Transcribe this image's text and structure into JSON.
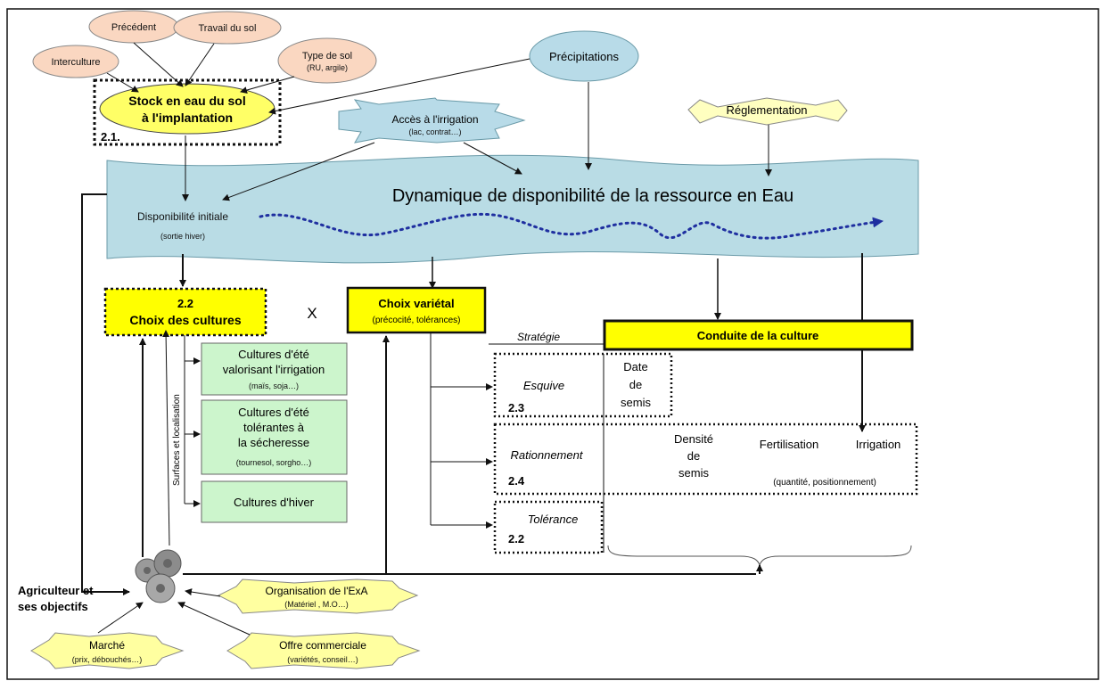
{
  "top_inputs": {
    "precedent": "Précédent",
    "travail_du_sol": "Travail du sol",
    "interculture": "Interculture",
    "type_de_sol": "Type de sol",
    "type_de_sol_sub": "(RU, argile)",
    "precipitations": "Précipitations"
  },
  "stock": {
    "line1": "Stock en eau du sol",
    "line2": "à l'implantation",
    "ref": "2.1."
  },
  "irrigation_access": {
    "title": "Accès à l'irrigation",
    "sub": "(lac, contrat…)"
  },
  "reglementation": "Réglementation",
  "water_band": {
    "title": "Dynamique de disponibilité de la ressource en Eau",
    "initial": "Disponibilité initiale",
    "initial_sub": "(sortie hiver)"
  },
  "choix_cultures": {
    "ref": "2.2",
    "title": "Choix des cultures"
  },
  "cross": "X",
  "choix_varietal": {
    "title": "Choix variétal",
    "sub": "(précocité, tolérances)"
  },
  "strategie": "Stratégie",
  "conduite": "Conduite de la culture",
  "surfaces_label": "Surfaces et localisation",
  "cultures": [
    {
      "lines": [
        "Cultures d'été",
        "valorisant l'irrigation"
      ],
      "sub": "(maïs, soja…)"
    },
    {
      "lines": [
        "Cultures d'été",
        "tolérantes à",
        "la sécheresse"
      ],
      "sub": "(tournesol, sorgho…)"
    },
    {
      "lines": [
        "Cultures d'hiver"
      ],
      "sub": ""
    }
  ],
  "esquive": {
    "label": "Esquive",
    "ref": "2.3",
    "practice": [
      "Date",
      "de",
      "semis"
    ]
  },
  "rationnement": {
    "label": "Rationnement",
    "ref": "2.4",
    "densite": [
      "Densité",
      "de",
      "semis"
    ],
    "fertilisation": "Fertilisation",
    "irrigation": "Irrigation",
    "sub": "(quantité, positionnement)"
  },
  "tolerance": {
    "label": "Tolérance",
    "ref": "2.2"
  },
  "agriculteur": [
    "Agriculteur et",
    "ses objectifs"
  ],
  "organisation": {
    "title": "Organisation de l'ExA",
    "sub": "(Matériel , M.O…)"
  },
  "marche": {
    "title": "Marché",
    "sub": "(prix, débouchés…)"
  },
  "offre": {
    "title": "Offre commerciale",
    "sub": "(variétés, conseil…)"
  },
  "colors": {
    "salmon": "#fad7c1",
    "blue_oval": "#b8dbe8",
    "water": "#b9dce5",
    "yellow": "#ffff00",
    "light_yellow": "#ffffc0",
    "green": "#ccf5cc",
    "dotted_line": "#1f2fa0"
  }
}
